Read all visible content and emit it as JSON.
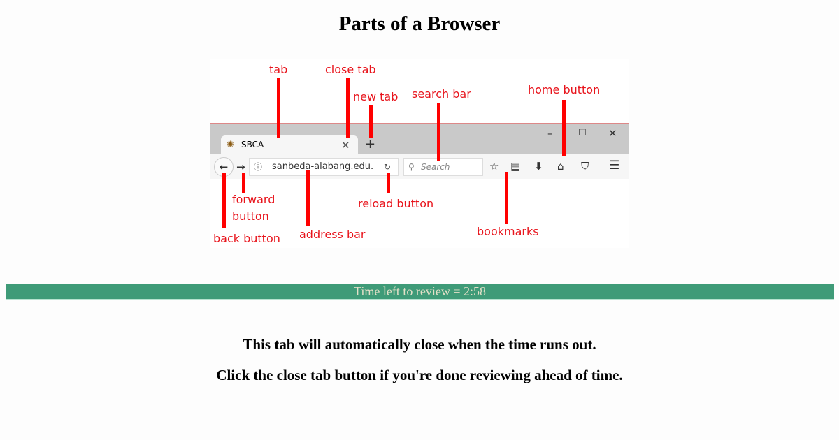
{
  "page_title": "Parts of a Browser",
  "diagram": {
    "labels": {
      "tab": "tab",
      "close_tab": "close tab",
      "new_tab": "new tab",
      "search_bar": "search bar",
      "home_button": "home button",
      "forward_button_1": "forward",
      "forward_button_2": "button",
      "back_button": "back button",
      "address_bar": "address bar",
      "reload_button": "reload button",
      "bookmarks": "bookmarks"
    },
    "browser": {
      "tab_title": "SBCA",
      "address": "sanbeda-alabang.edu.",
      "search_placeholder": "Search"
    },
    "annotation_color": "#ff0000"
  },
  "timer": {
    "text": "Time left to review = 2:58",
    "color": "#3f9b78"
  },
  "messages": [
    "This tab will automatically close when the time runs out.",
    "Click the close tab button if you're done reviewing ahead of time."
  ]
}
